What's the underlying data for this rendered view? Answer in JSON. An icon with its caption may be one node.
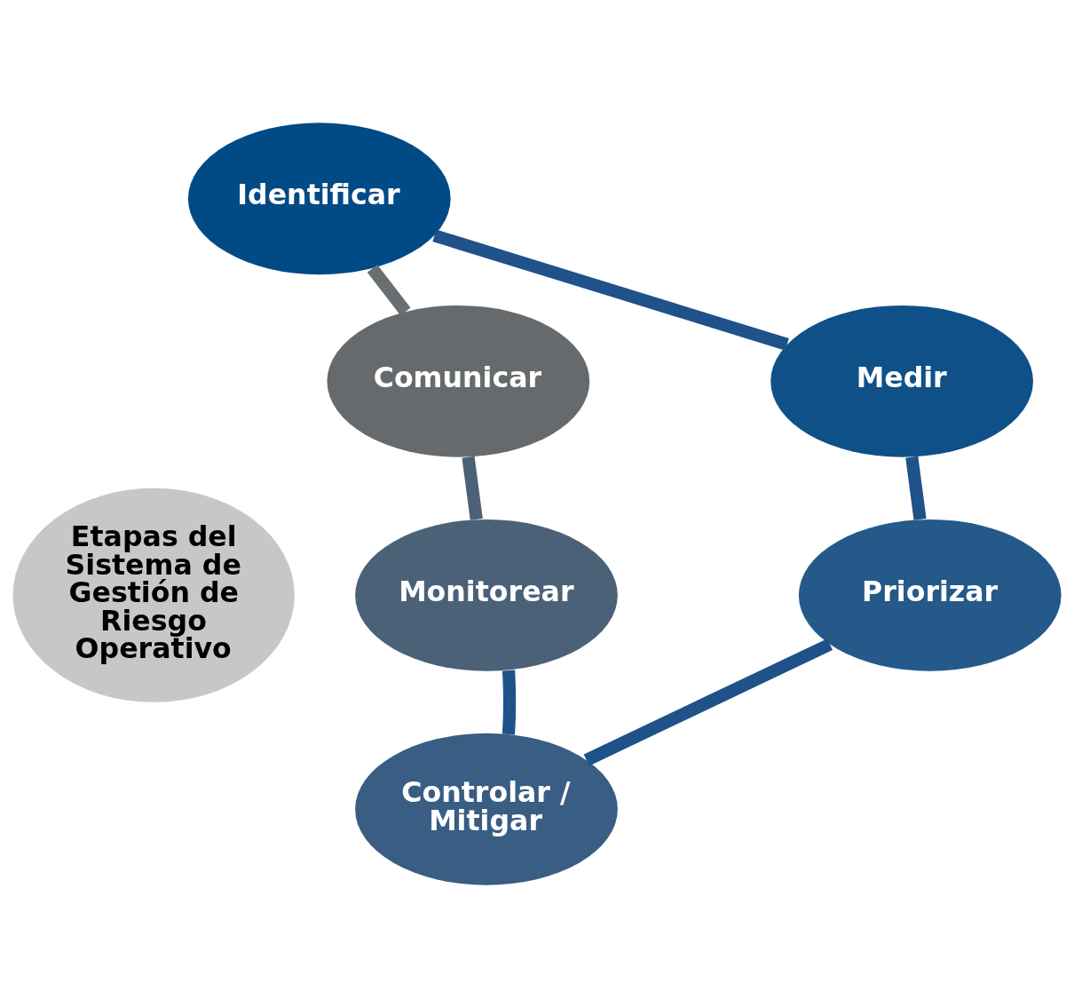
{
  "diagram": {
    "nodes": [
      {
        "text": [
          "Identificar"
        ]
      },
      {
        "text": [
          "Medir"
        ]
      },
      {
        "text": [
          "Priorizar"
        ]
      },
      {
        "text": [
          "Controlar / Mitigar"
        ]
      },
      {
        "text": [
          "Monitorear"
        ]
      },
      {
        "text": [
          "Comunicar"
        ]
      },
      {
        "text": [
          "Etapas del Sistema de Gestión de Riesgo Operativo"
        ]
      }
    ],
    "edges": [
      {
        "from": 0,
        "to": 1,
        "arrow": "none"
      },
      {
        "from": 1,
        "to": 2,
        "arrow": "none"
      },
      {
        "from": 2,
        "to": 3,
        "arrow": "none"
      },
      {
        "from": 3,
        "to": 4,
        "arrow": "none"
      },
      {
        "from": 4,
        "to": 5,
        "arrow": "none",
        "color": "#4d6178"
      },
      {
        "from": 5,
        "to": 0,
        "arrow": "none",
        "color": "#6b6e70"
      }
    ]
  }
}
